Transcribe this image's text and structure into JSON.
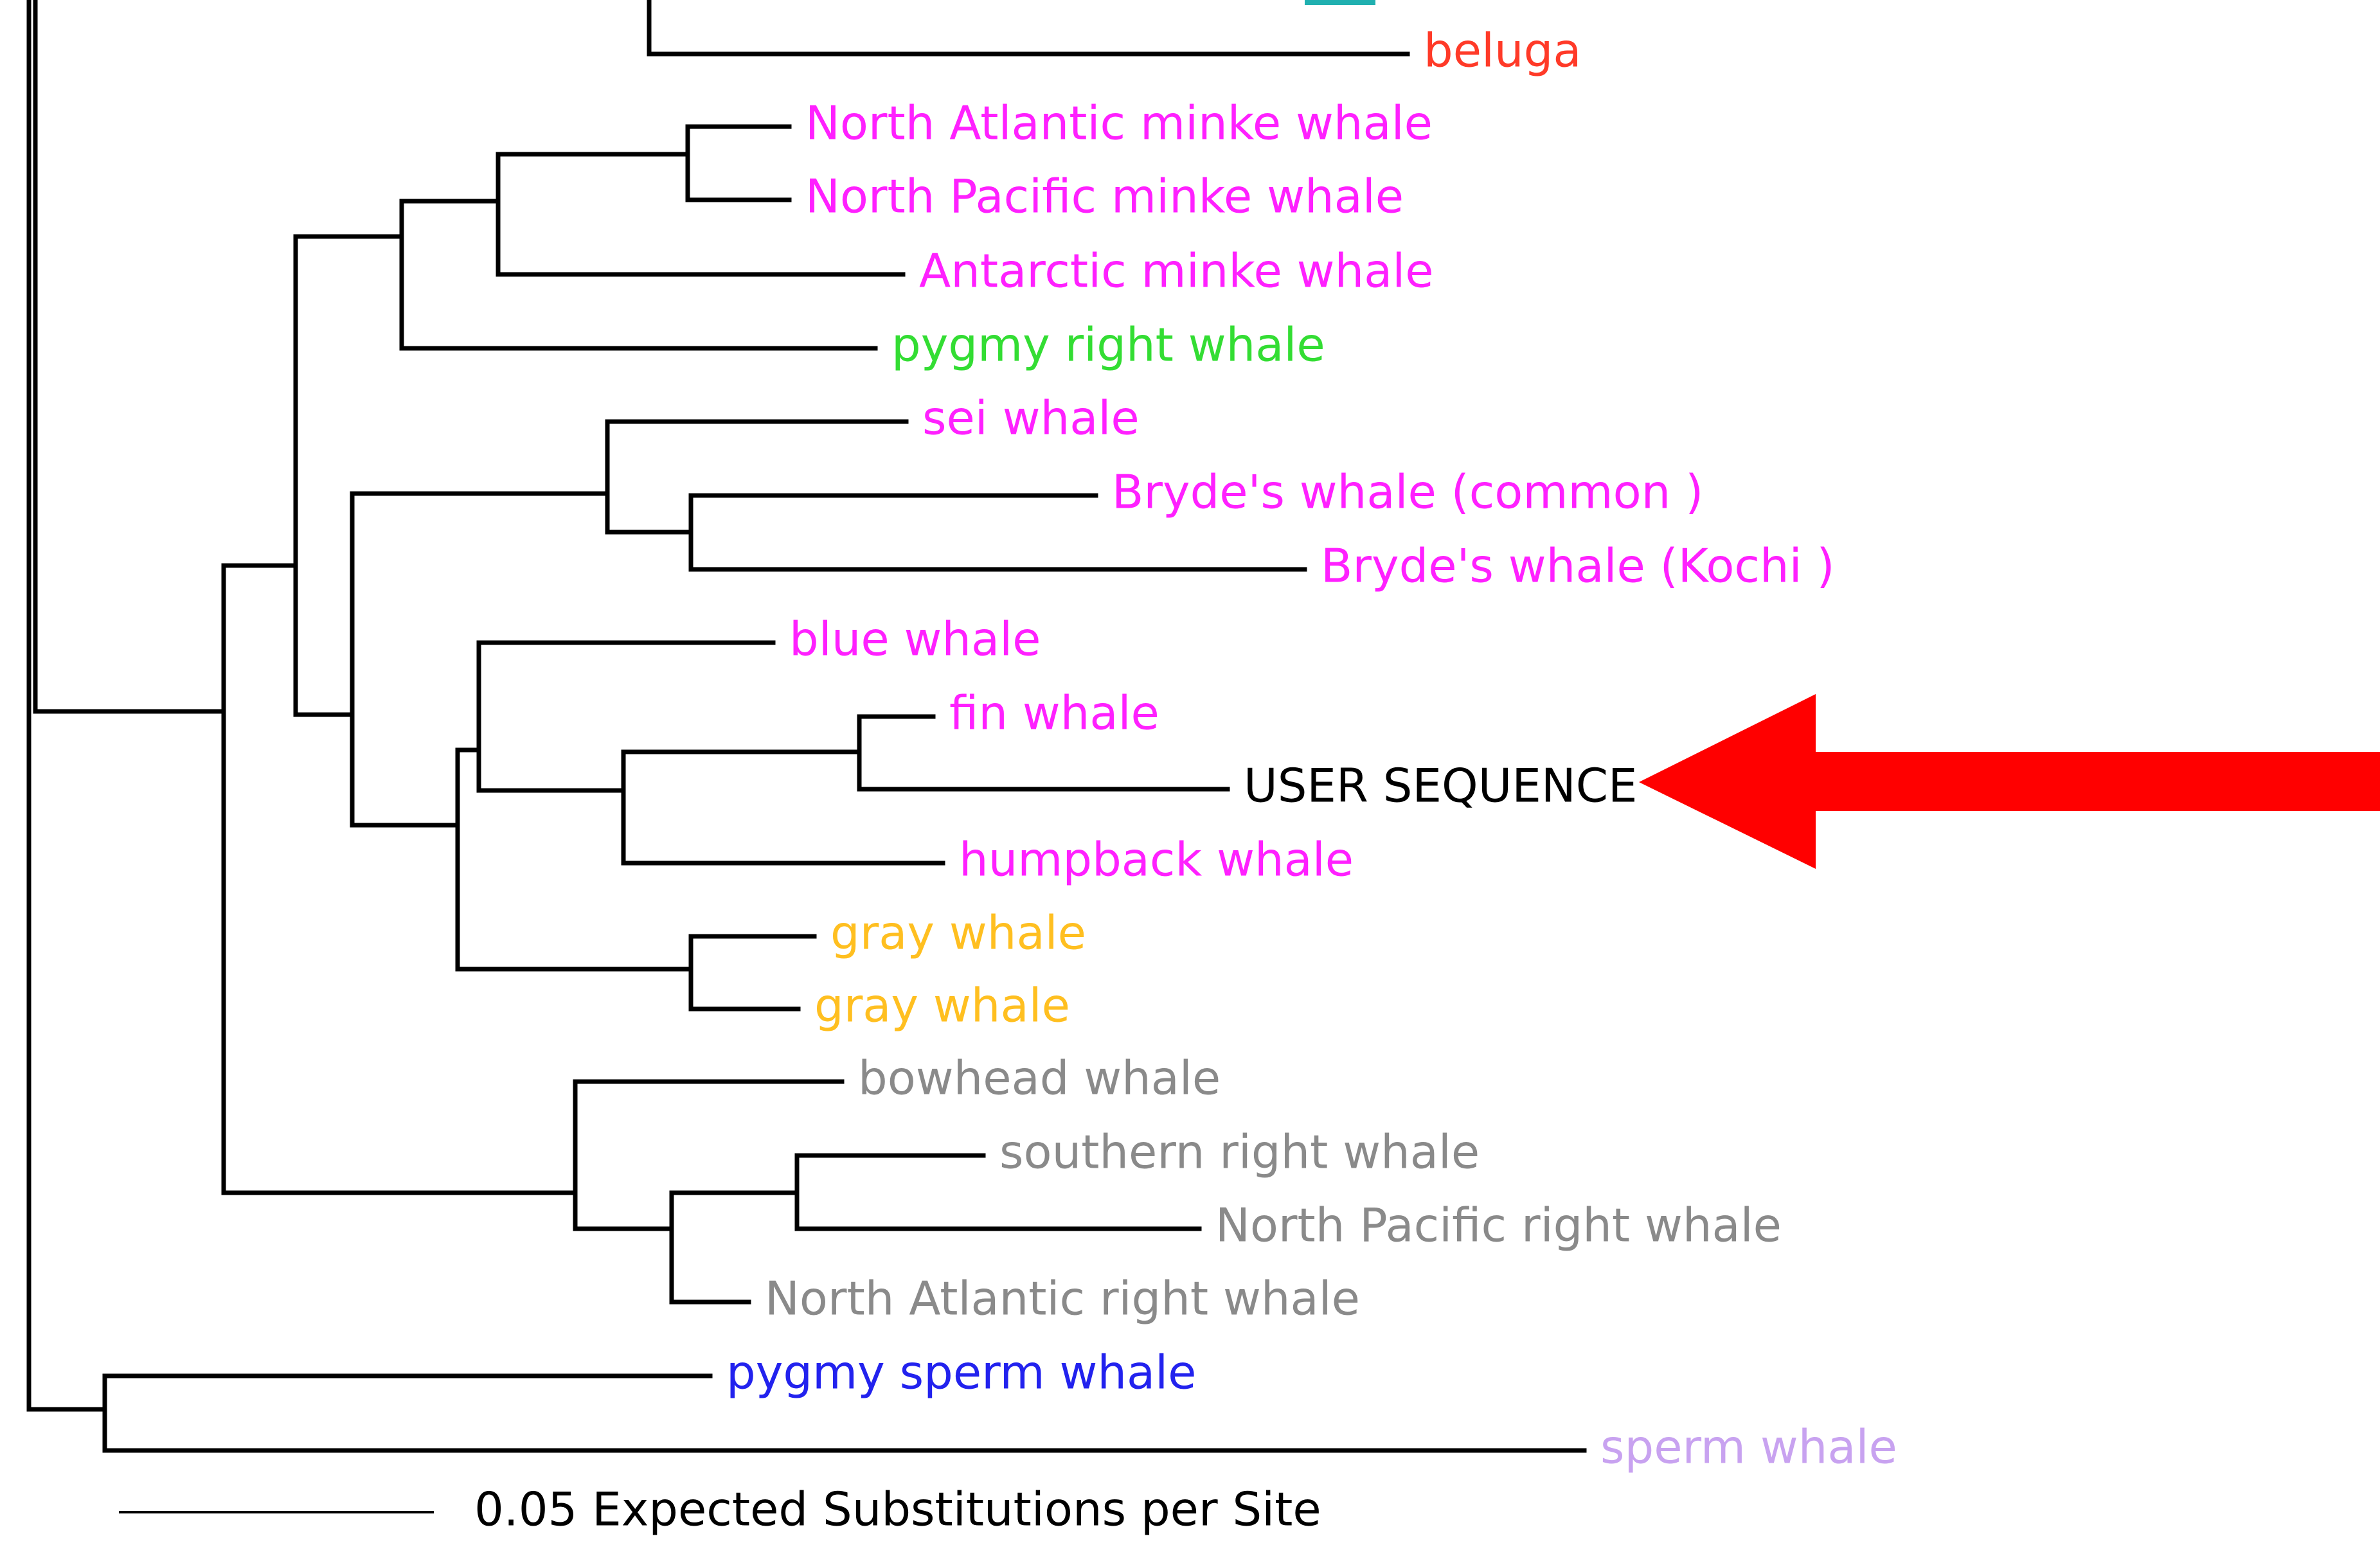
{
  "taxa": [
    {
      "id": "beluga",
      "label": "beluga",
      "color": "#ff3a28"
    },
    {
      "id": "na_minke",
      "label": "North Atlantic minke whale",
      "color": "#ff20ff"
    },
    {
      "id": "np_minke",
      "label": "North Pacific minke whale",
      "color": "#ff20ff"
    },
    {
      "id": "ant_minke",
      "label": "Antarctic minke whale",
      "color": "#ff20ff"
    },
    {
      "id": "pygmy_right",
      "label": "pygmy right whale",
      "color": "#33dd33"
    },
    {
      "id": "sei",
      "label": "sei whale",
      "color": "#ff20ff"
    },
    {
      "id": "brydes_common",
      "label": "Bryde's whale (common )",
      "color": "#ff20ff"
    },
    {
      "id": "brydes_kochi",
      "label": "Bryde's whale (Kochi )",
      "color": "#ff20ff"
    },
    {
      "id": "blue",
      "label": "blue whale",
      "color": "#ff20ff"
    },
    {
      "id": "fin",
      "label": "fin whale",
      "color": "#ff20ff"
    },
    {
      "id": "user",
      "label": "USER SEQUENCE",
      "color": "#000000"
    },
    {
      "id": "humpback",
      "label": "humpback whale",
      "color": "#ff20ff"
    },
    {
      "id": "gray1",
      "label": "gray whale",
      "color": "#ffbf20"
    },
    {
      "id": "gray2",
      "label": "gray whale",
      "color": "#ffbf20"
    },
    {
      "id": "bowhead",
      "label": "bowhead whale",
      "color": "#8a8a8a"
    },
    {
      "id": "southern_right",
      "label": "southern right whale",
      "color": "#8a8a8a"
    },
    {
      "id": "np_right",
      "label": "North Pacific right whale",
      "color": "#8a8a8a"
    },
    {
      "id": "na_right",
      "label": "North Atlantic right whale",
      "color": "#8a8a8a"
    },
    {
      "id": "pygmy_sperm",
      "label": "pygmy sperm whale",
      "color": "#2222ee"
    },
    {
      "id": "sperm",
      "label": "sperm whale",
      "color": "#c8a2f0"
    }
  ],
  "scale_bar": {
    "value": 0.05,
    "label": "0.05 Expected Substitutions per Site"
  },
  "highlight_arrow": {
    "target": "user",
    "color": "#ff0000"
  },
  "partial_top_label_color": "#20b0b0"
}
